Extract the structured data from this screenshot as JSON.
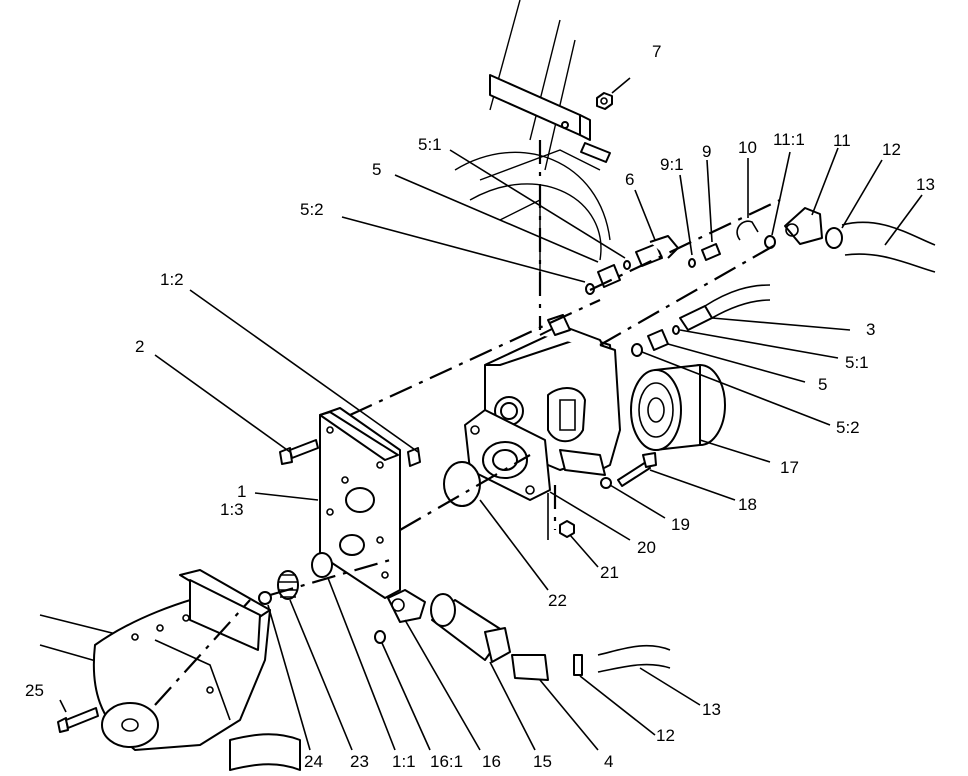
{
  "callouts": [
    {
      "id": "c7",
      "text": "7"
    },
    {
      "id": "c5_1a",
      "text": "5:1"
    },
    {
      "id": "c9_1",
      "text": "9:1"
    },
    {
      "id": "c9",
      "text": "9"
    },
    {
      "id": "c10",
      "text": "10"
    },
    {
      "id": "c11_1",
      "text": "11:1"
    },
    {
      "id": "c11",
      "text": "11"
    },
    {
      "id": "c12a",
      "text": "12"
    },
    {
      "id": "c13a",
      "text": "13"
    },
    {
      "id": "c5a",
      "text": "5"
    },
    {
      "id": "c6",
      "text": "6"
    },
    {
      "id": "c5_2a",
      "text": "5:2"
    },
    {
      "id": "c1_2",
      "text": "1:2"
    },
    {
      "id": "c2",
      "text": "2"
    },
    {
      "id": "c3",
      "text": "3"
    },
    {
      "id": "c5_1b",
      "text": "5:1"
    },
    {
      "id": "c5b",
      "text": "5"
    },
    {
      "id": "c5_2b",
      "text": "5:2"
    },
    {
      "id": "c17",
      "text": "17"
    },
    {
      "id": "c18",
      "text": "18"
    },
    {
      "id": "c19",
      "text": "19"
    },
    {
      "id": "c20",
      "text": "20"
    },
    {
      "id": "c21",
      "text": "21"
    },
    {
      "id": "c22",
      "text": "22"
    },
    {
      "id": "c1",
      "text": "1"
    },
    {
      "id": "c1_3",
      "text": "1:3"
    },
    {
      "id": "c25",
      "text": "25"
    },
    {
      "id": "c24",
      "text": "24"
    },
    {
      "id": "c23",
      "text": "23"
    },
    {
      "id": "c1_1",
      "text": "1:1"
    },
    {
      "id": "c16_1",
      "text": "16:1"
    },
    {
      "id": "c16",
      "text": "16"
    },
    {
      "id": "c15",
      "text": "15"
    },
    {
      "id": "c4",
      "text": "4"
    },
    {
      "id": "c12b",
      "text": "12"
    },
    {
      "id": "c13b",
      "text": "13"
    }
  ]
}
